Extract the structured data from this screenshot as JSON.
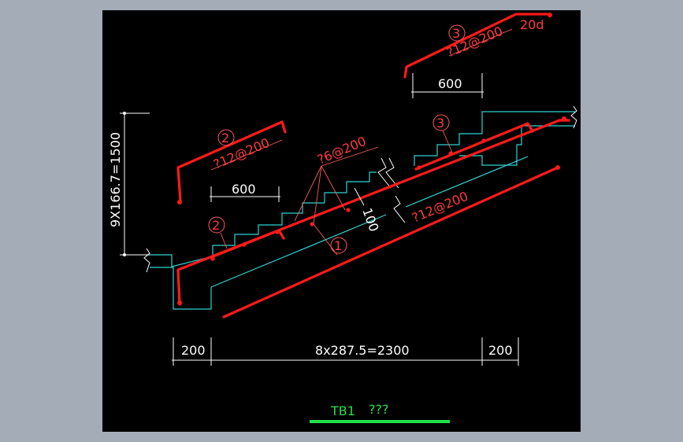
{
  "drawing": {
    "title": "TB1",
    "title_suffix": "???",
    "colors": {
      "background": "#000000",
      "frame": "#a4acb8",
      "rebar": "#ff1a1a",
      "concrete_outline": "#2fd3d3",
      "dimension": "#ffffff",
      "title": "#22e04a"
    },
    "dimensions": {
      "height_vertical": "9X166.7=1500",
      "bottom_left": "200",
      "bottom_middle": "8x287.5=2300",
      "bottom_right": "200",
      "bar2_length": "600",
      "bar3_length": "600",
      "cover": "100"
    },
    "rebar": {
      "bar1_mark": "1",
      "bar2_mark": "2",
      "bar2_spec": "?12@200",
      "bar2_inplace_mark": "2",
      "bar3_mark": "3",
      "bar3_spec": "?12@200",
      "bar3_anchor": "20d",
      "bar3_inplace_mark": "3",
      "distribution_spec": "?6@200",
      "bottom_bar_spec": "?12@200"
    }
  }
}
